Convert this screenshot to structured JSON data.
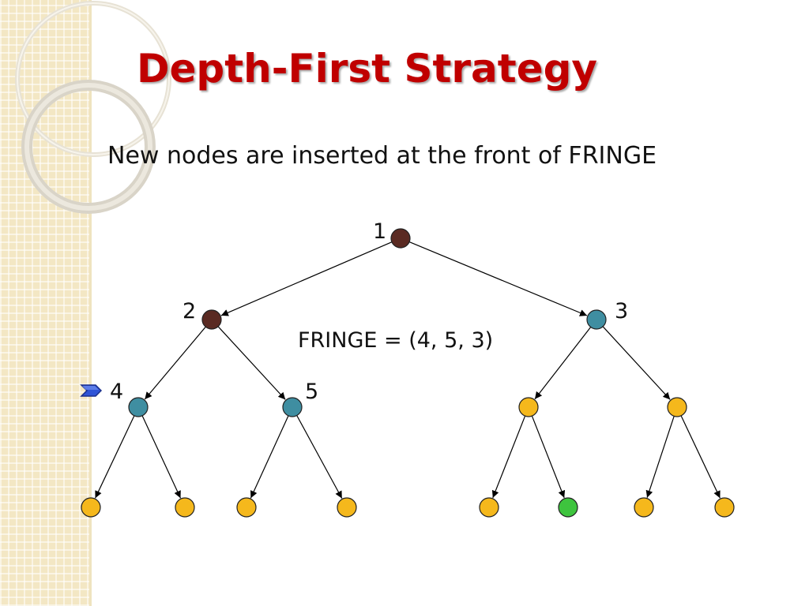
{
  "slide": {
    "title": "Depth-First Strategy",
    "subtitle": "New nodes are inserted at the front of FRINGE",
    "fringe_label": "FRINGE = (4, 5, 3)"
  },
  "tree": {
    "nodes": [
      {
        "id": "n1",
        "label": "1",
        "state": "expanded"
      },
      {
        "id": "n2",
        "label": "2",
        "state": "expanded"
      },
      {
        "id": "n3",
        "label": "3",
        "state": "fringe"
      },
      {
        "id": "n4",
        "label": "4",
        "state": "fringe",
        "pointer": true
      },
      {
        "id": "n5",
        "label": "5",
        "state": "fringe"
      },
      {
        "id": "n6",
        "label": "",
        "state": "unexplored"
      },
      {
        "id": "n7",
        "label": "",
        "state": "unexplored"
      },
      {
        "id": "l1",
        "label": "",
        "state": "unexplored"
      },
      {
        "id": "l2",
        "label": "",
        "state": "unexplored"
      },
      {
        "id": "l3",
        "label": "",
        "state": "unexplored"
      },
      {
        "id": "l4",
        "label": "",
        "state": "unexplored"
      },
      {
        "id": "l5",
        "label": "",
        "state": "unexplored"
      },
      {
        "id": "l6",
        "label": "",
        "state": "goal"
      },
      {
        "id": "l7",
        "label": "",
        "state": "unexplored"
      },
      {
        "id": "l8",
        "label": "",
        "state": "unexplored"
      }
    ],
    "edges": [
      [
        "n1",
        "n2"
      ],
      [
        "n1",
        "n3"
      ],
      [
        "n2",
        "n4"
      ],
      [
        "n2",
        "n5"
      ],
      [
        "n3",
        "n6"
      ],
      [
        "n3",
        "n7"
      ],
      [
        "n4",
        "l1"
      ],
      [
        "n4",
        "l2"
      ],
      [
        "n5",
        "l3"
      ],
      [
        "n5",
        "l4"
      ],
      [
        "n6",
        "l5"
      ],
      [
        "n6",
        "l6"
      ],
      [
        "n7",
        "l7"
      ],
      [
        "n7",
        "l8"
      ]
    ]
  },
  "colors": {
    "title": "#c00000",
    "expanded": "#5a2a22",
    "fringe": "#3f8ea1",
    "unexplored": "#f5b81c",
    "goal": "#3ec43e",
    "pointer": "#2f54d6",
    "edge": "#000000"
  },
  "icons": {
    "pointer": "chevron-arrow-icon"
  }
}
